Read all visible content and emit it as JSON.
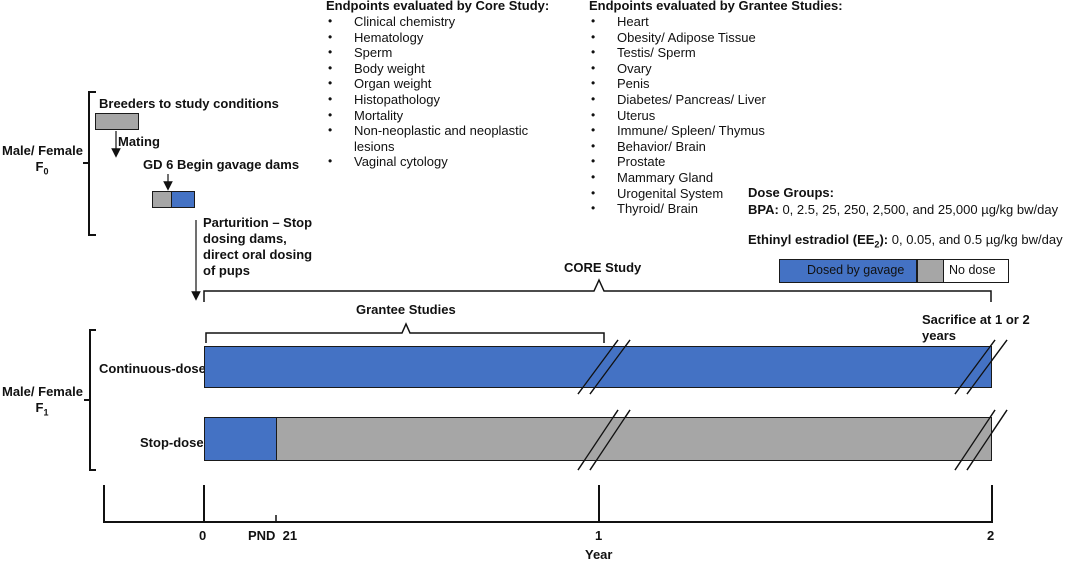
{
  "core_study": {
    "heading": "Endpoints evaluated by Core Study:",
    "items": [
      "Clinical chemistry",
      "Hematology",
      "Sperm",
      "Body weight",
      "Organ weight",
      "Histopathology",
      "Mortality",
      "Non-neoplastic and neoplastic lesions",
      "Vaginal cytology"
    ]
  },
  "grantee_studies": {
    "heading": "Endpoints evaluated by Grantee Studies:",
    "items": [
      "Heart",
      "Obesity/ Adipose Tissue",
      "Testis/ Sperm",
      "Ovary",
      "Penis",
      "Diabetes/ Pancreas/ Liver",
      "Uterus",
      "Immune/ Spleen/ Thymus",
      "Behavior/ Brain",
      "Prostate",
      "Mammary Gland",
      "Urogenital System",
      "Thyroid/ Brain"
    ]
  },
  "f0": {
    "label": "Male/ Female",
    "generation": "F",
    "generation_sub": "0",
    "breeders": "Breeders to study conditions",
    "mating": "Mating",
    "gd6": "GD 6 Begin gavage dams",
    "parturition": "Parturition – Stop dosing dams, direct oral dosing of pups"
  },
  "dose_groups": {
    "heading": "Dose Groups:",
    "bpa_label": "BPA:",
    "bpa_values": "0, 2.5, 25, 250, 2,500, and 25,000 µg/kg bw/day",
    "ee_label": "Ethinyl estradiol (EE",
    "ee_sub": "2",
    "ee_label_end": "):",
    "ee_values": "0, 0.05, and 0.5 µg/kg bw/day"
  },
  "legend": {
    "dosed": "Dosed by gavage",
    "no_dose": "No dose",
    "dosed_color": "#4472c4",
    "no_dose_color": "#a6a6a6"
  },
  "f1": {
    "label": "Male/ Female",
    "generation": "F",
    "generation_sub": "1",
    "core_study": "CORE Study",
    "grantee_studies": "Grantee Studies",
    "sacrifice": "Sacrifice at 1 or 2 years",
    "continuous_dose": "Continuous-dose",
    "stop_dose": "Stop-dose"
  },
  "axis": {
    "ticks": [
      "0",
      "PND  21",
      "1",
      "2"
    ],
    "label": "Year"
  }
}
